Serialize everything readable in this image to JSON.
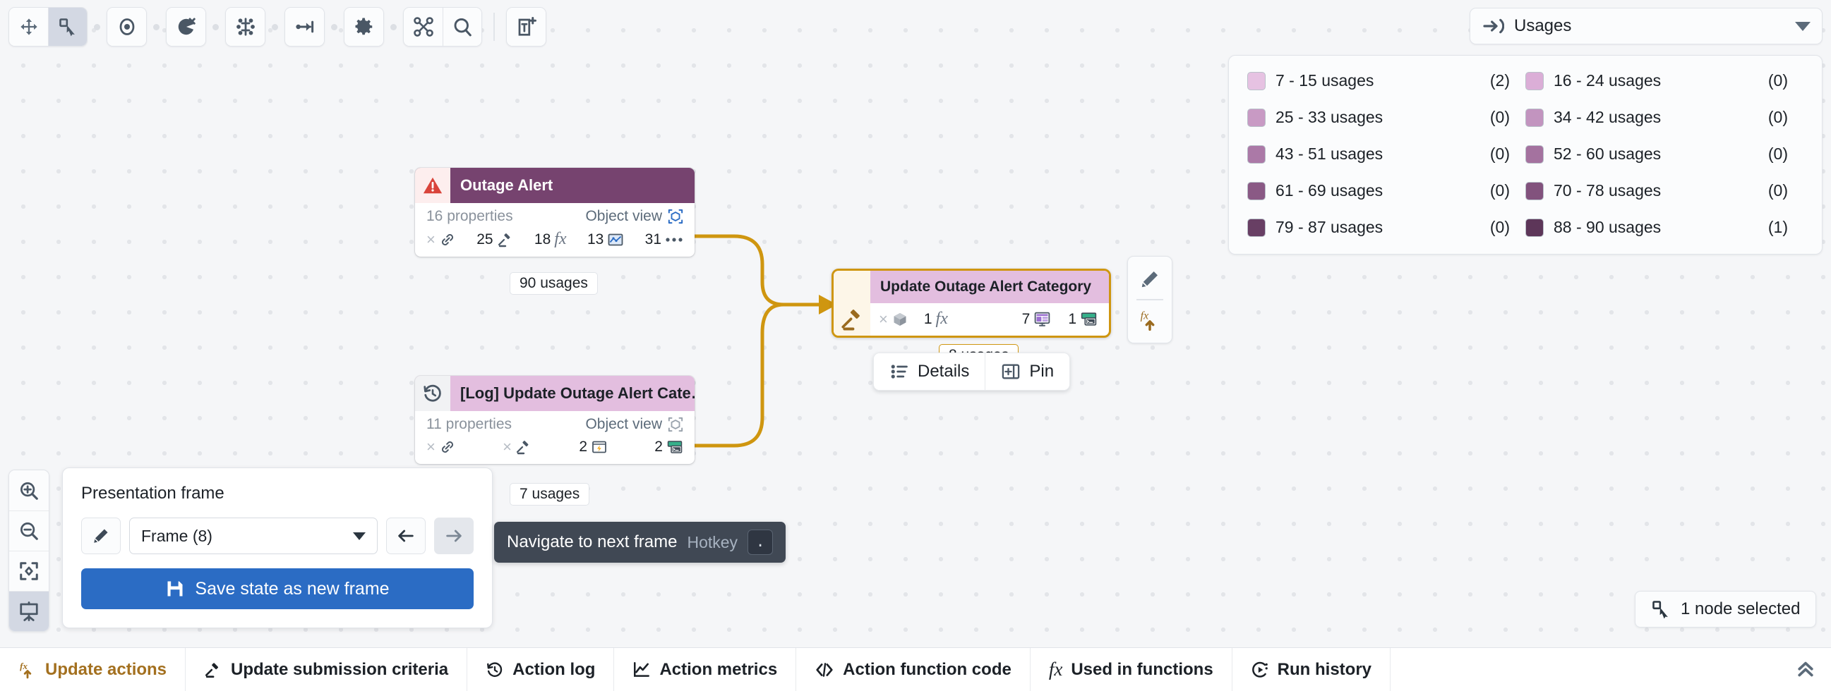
{
  "toolbar": {
    "groups": [
      {
        "buttons": [
          {
            "name": "pan-tool",
            "icon": "move-icon",
            "active": false
          },
          {
            "name": "select-tool",
            "icon": "cursor-select-icon",
            "active": true
          }
        ]
      },
      {
        "buttons": [
          {
            "name": "focus-node-tool",
            "icon": "target-icon",
            "active": false
          }
        ]
      },
      {
        "buttons": [
          {
            "name": "hide-nodes-tool",
            "icon": "pac-close-icon",
            "active": false
          }
        ]
      },
      {
        "buttons": [
          {
            "name": "expand-graph-tool",
            "icon": "expand-nodes-icon",
            "active": false
          }
        ]
      },
      {
        "buttons": [
          {
            "name": "collapse-edges-tool",
            "icon": "collapse-link-icon",
            "active": false
          }
        ]
      },
      {
        "buttons": [
          {
            "name": "settings-tool",
            "icon": "gear-icon",
            "active": false
          }
        ]
      },
      {
        "buttons": [
          {
            "name": "graph-layout-tool",
            "icon": "graph-nodes-icon",
            "active": false
          },
          {
            "name": "search-tool",
            "icon": "search-icon",
            "active": false
          }
        ]
      },
      {
        "buttons": [
          {
            "name": "add-note-tool",
            "icon": "add-text-icon",
            "active": false
          }
        ]
      }
    ]
  },
  "usages_select": {
    "label": "Usages",
    "icon": "arrow-into-circle-icon"
  },
  "legend": {
    "items": [
      {
        "label": "7 - 15 usages",
        "count": "(2)",
        "color": "#e6c2e2"
      },
      {
        "label": "16 - 24 usages",
        "count": "(0)",
        "color": "#dbaed7"
      },
      {
        "label": "25 - 33 usages",
        "count": "(0)",
        "color": "#c89ac4"
      },
      {
        "label": "34 - 42 usages",
        "count": "(0)",
        "color": "#c294bf"
      },
      {
        "label": "43 - 51 usages",
        "count": "(0)",
        "color": "#ab79a7"
      },
      {
        "label": "52 - 60 usages",
        "count": "(0)",
        "color": "#a4729f"
      },
      {
        "label": "61 - 69 usages",
        "count": "(0)",
        "color": "#8a5985"
      },
      {
        "label": "70 - 78 usages",
        "count": "(0)",
        "color": "#82527d"
      },
      {
        "label": "79 - 87 usages",
        "count": "(0)",
        "color": "#683f64"
      },
      {
        "label": "88 - 90 usages",
        "count": "(1)",
        "color": "#5d3659"
      }
    ]
  },
  "nodes": {
    "outage_alert": {
      "title": "Outage Alert",
      "icon": "warning-triangle-icon",
      "properties": "16 properties",
      "object_view": "Object view",
      "object_view_icon": "cube-3d-icon",
      "usages": "90 usages",
      "stats": [
        {
          "value": "",
          "prefix": "×",
          "icon": "link-icon"
        },
        {
          "value": "25",
          "prefix": "",
          "icon": "gavel-icon"
        },
        {
          "value": "18",
          "prefix": "",
          "icon": "fx-icon"
        },
        {
          "value": "13",
          "prefix": "",
          "icon": "chart-blue-icon"
        },
        {
          "value": "31",
          "prefix": "",
          "icon": "ellipsis-icon"
        }
      ]
    },
    "log_update": {
      "title": "[Log] Update Outage Alert Cate…",
      "icon": "history-clock-icon",
      "properties": "11 properties",
      "object_view": "Object view",
      "object_view_icon": "cube-3d-icon",
      "usages": "7 usages",
      "stats": [
        {
          "value": "",
          "prefix": "×",
          "icon": "link-icon"
        },
        {
          "value": "",
          "prefix": "×",
          "icon": "gavel-icon"
        },
        {
          "value": "2",
          "prefix": "",
          "icon": "lightning-window-icon"
        },
        {
          "value": "2",
          "prefix": "",
          "icon": "terminal-window-icon"
        }
      ]
    },
    "update_category": {
      "title": "Update Outage Alert Category",
      "icon": "gavel-icon",
      "usages": "8 usages",
      "stats": [
        {
          "value": "",
          "prefix": "×",
          "icon": "cube-grey-icon"
        },
        {
          "value": "1",
          "prefix": "",
          "icon": "fx-icon"
        },
        {
          "value": "7",
          "prefix": "",
          "icon": "dashboard-purple-icon"
        },
        {
          "value": "1",
          "prefix": "",
          "icon": "terminal-window-icon"
        }
      ]
    }
  },
  "detail_popover": {
    "details_label": "Details",
    "details_icon": "list-bullet-icon",
    "pin_label": "Pin",
    "pin_icon": "pin-panel-icon"
  },
  "node_actions": [
    {
      "name": "edit-node-button",
      "icon": "pencil-icon"
    },
    {
      "name": "promote-function-button",
      "icon": "fx-up-arrow-icon"
    }
  ],
  "zoom_stack": [
    {
      "name": "zoom-in-button",
      "icon": "zoom-in-icon",
      "active": false
    },
    {
      "name": "zoom-out-button",
      "icon": "zoom-out-icon",
      "active": false
    },
    {
      "name": "fit-to-screen-button",
      "icon": "fit-screen-icon",
      "active": false
    },
    {
      "name": "presentation-mode-button",
      "icon": "presentation-board-icon",
      "active": true
    }
  ],
  "presentation_panel": {
    "title": "Presentation frame",
    "edit_icon": "pencil-icon",
    "frame_value": "Frame (8)",
    "prev_icon": "arrow-left-icon",
    "next_icon": "arrow-right-icon",
    "save_label": "Save state as new frame",
    "save_icon": "floppy-disk-icon"
  },
  "tooltip": {
    "text": "Navigate to next frame",
    "hotkey_label": "Hotkey",
    "hotkey_key": "."
  },
  "selection_badge": {
    "label": "1 node selected",
    "icon": "cursor-select-icon"
  },
  "tabbar": {
    "tabs": [
      {
        "label": "Update actions",
        "icon": "fx-up-arrow-icon",
        "active": true
      },
      {
        "label": "Update submission criteria",
        "icon": "gavel-icon",
        "active": false
      },
      {
        "label": "Action log",
        "icon": "history-clock-icon",
        "active": false
      },
      {
        "label": "Action metrics",
        "icon": "chart-line-icon",
        "active": false
      },
      {
        "label": "Action function code",
        "icon": "code-brackets-icon",
        "active": false
      },
      {
        "label": "Used in functions",
        "icon": "fx-icon",
        "active": false
      },
      {
        "label": "Run history",
        "icon": "run-history-icon",
        "active": false
      }
    ],
    "collapse_icon": "chevron-double-up-icon"
  },
  "colors": {
    "accent_blue": "#2b6cc4",
    "accent_gold": "#cf9610",
    "active_tab": "#a3701f",
    "node_dark_purple": "#76436f",
    "node_light_purple": "#e3bedf"
  }
}
